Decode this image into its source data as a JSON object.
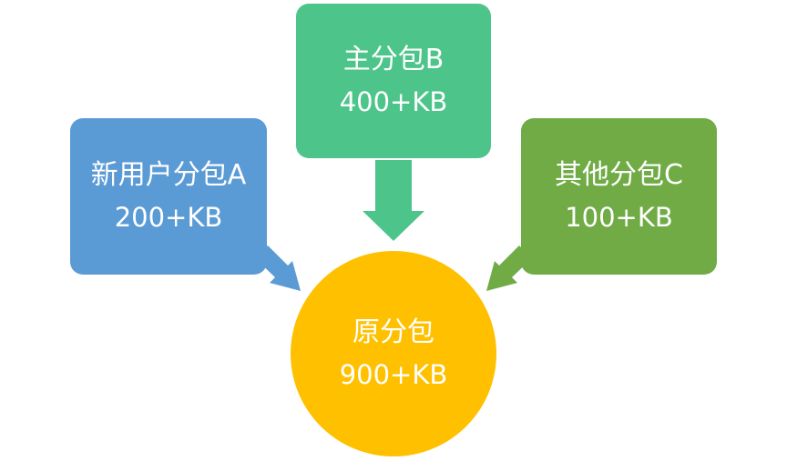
{
  "colors": {
    "blue": "#5b9bd5",
    "teal": "#4dc58a",
    "green": "#70ab45",
    "gold": "#ffc000",
    "text": "#ffffff"
  },
  "nodes": {
    "new_user": {
      "title": "新用户分包A",
      "size": "200+KB"
    },
    "main": {
      "title": "主分包B",
      "size": "400+KB"
    },
    "other": {
      "title": "其他分包C",
      "size": "100+KB"
    },
    "original": {
      "title": "原分包",
      "size": "900+KB"
    }
  }
}
